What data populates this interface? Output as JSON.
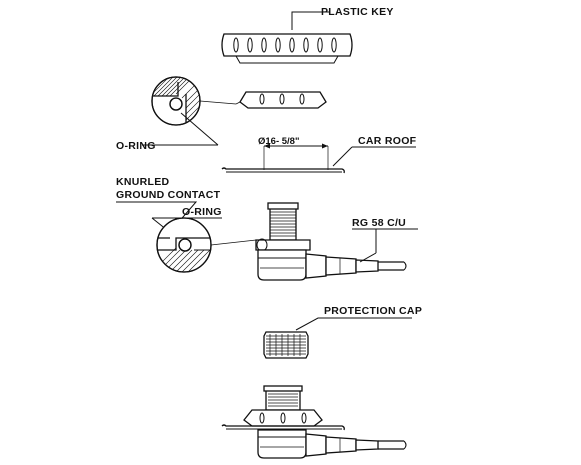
{
  "labels": {
    "plastic_key": "PLASTIC KEY",
    "o_ring_1": "O-RING",
    "car_roof": "CAR ROOF",
    "dimension": "Ø16- 5/8\"",
    "knurled_1": "KNURLED",
    "knurled_2": "GROUND CONTACT",
    "o_ring_2": "O-RING",
    "cable": "RG 58 C/U",
    "protection_cap": "PROTECTION CAP"
  }
}
